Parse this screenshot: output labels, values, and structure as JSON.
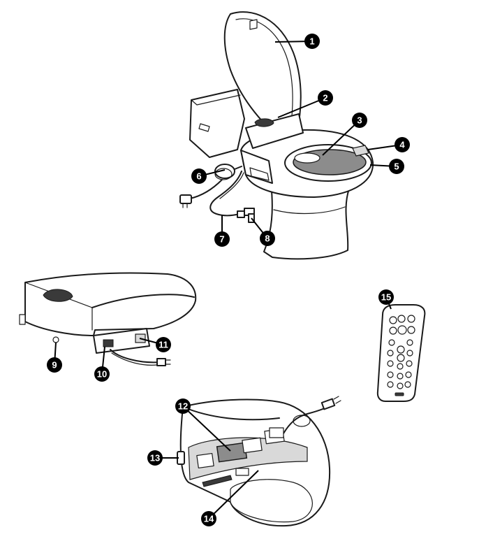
{
  "callouts": [
    {
      "id": "callout-1",
      "label": "1"
    },
    {
      "id": "callout-2",
      "label": "2"
    },
    {
      "id": "callout-3",
      "label": "3"
    },
    {
      "id": "callout-4",
      "label": "4"
    },
    {
      "id": "callout-5",
      "label": "5"
    },
    {
      "id": "callout-6",
      "label": "6"
    },
    {
      "id": "callout-7",
      "label": "7"
    },
    {
      "id": "callout-8",
      "label": "8"
    },
    {
      "id": "callout-9",
      "label": "9"
    },
    {
      "id": "callout-10",
      "label": "10"
    },
    {
      "id": "callout-11",
      "label": "11"
    },
    {
      "id": "callout-12",
      "label": "12"
    },
    {
      "id": "callout-13",
      "label": "13"
    },
    {
      "id": "callout-14",
      "label": "14"
    },
    {
      "id": "callout-15",
      "label": "15"
    }
  ],
  "colors": {
    "badge": "#000000",
    "badge_text": "#ffffff",
    "line": "#1a1a1a",
    "highlight_gray": "#8c8c8c"
  }
}
